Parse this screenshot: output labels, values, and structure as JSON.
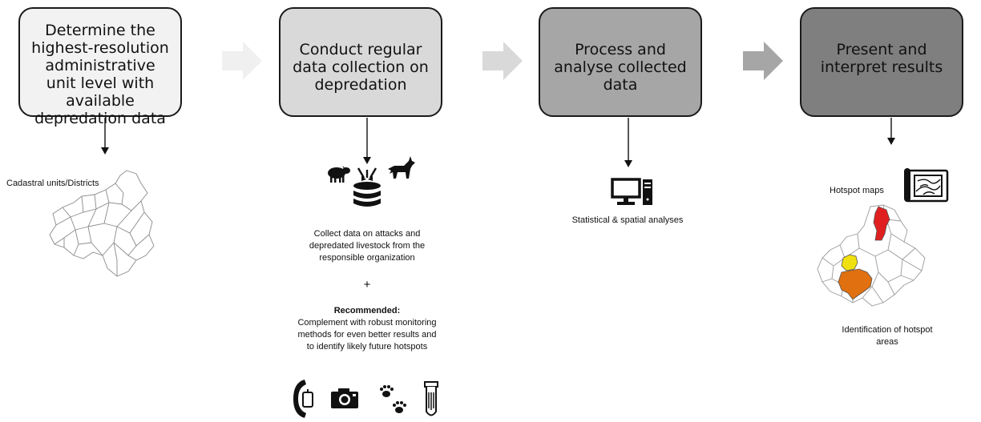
{
  "steps": [
    {
      "label": "Determine the highest-resolution administrative unit level with available depredation data",
      "fill": "#f2f2f2"
    },
    {
      "label": "Conduct regular data collection on depredation",
      "fill": "#d9d9d9"
    },
    {
      "label": "Process and analyse collected data",
      "fill": "#a6a6a6"
    },
    {
      "label": "Present and interpret results",
      "fill": "#7f7f7f"
    }
  ],
  "arrow_colors": [
    "#f2f2f2",
    "#d9d9d9",
    "#a6a6a6"
  ],
  "step1": {
    "caption": "Cadastral units/Districts",
    "icons": [
      "district-map-icon"
    ]
  },
  "step2": {
    "collect_text": "Collect data on attacks and depredated livestock from the responsible organization",
    "plus": "+",
    "recommended_title": "Recommended:",
    "recommended_text": "Complement with robust monitoring methods for even better results and to identify likely future hotspots",
    "icons": [
      "sheep-icon",
      "wolf-icon",
      "database-icon",
      "gps-collar-icon",
      "camera-icon",
      "paw-prints-icon",
      "sample-tube-icon"
    ]
  },
  "step3": {
    "caption": "Statistical & spatial analyses",
    "icons": [
      "computer-icon"
    ]
  },
  "step4": {
    "map_label": "Hotspot maps",
    "caption": "Identification of hotspot areas",
    "hotspot_colors": [
      "#e02020",
      "#f0e010",
      "#e07010"
    ],
    "icons": [
      "map-icon",
      "hotspot-map-icon"
    ]
  }
}
